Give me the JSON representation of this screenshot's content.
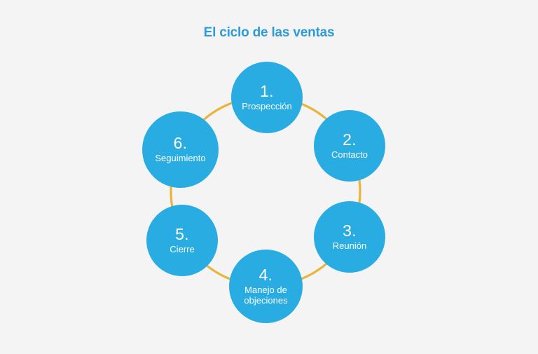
{
  "title": "El ciclo de las ventas",
  "colors": {
    "background": "#f4f4f4",
    "circle": "#29ace2",
    "connector": "#e9b43c",
    "title": "#2e9bd6",
    "node_text": "#ffffff"
  },
  "chart_data": {
    "type": "diagram",
    "diagram_type": "cycle",
    "title": "El ciclo de las ventas",
    "direction": "clockwise",
    "node_count": 6,
    "connector_style": "ring-arc",
    "steps": [
      {
        "number": "1.",
        "label": "Prospección"
      },
      {
        "number": "2.",
        "label": "Contacto"
      },
      {
        "number": "3.",
        "label": "Reunión"
      },
      {
        "number": "4.",
        "label": "Manejo de\nobjeciones"
      },
      {
        "number": "5.",
        "label": "Cierre"
      },
      {
        "number": "6.",
        "label": "Seguimiento"
      }
    ]
  },
  "nodes": [
    {
      "number": "1.",
      "label": "Prospección"
    },
    {
      "number": "2.",
      "label": "Contacto"
    },
    {
      "number": "3.",
      "label": "Reunión"
    },
    {
      "number": "4.",
      "label": "Manejo de\nobjeciones"
    },
    {
      "number": "5.",
      "label": "Cierre"
    },
    {
      "number": "6.",
      "label": "Seguimiento"
    }
  ]
}
